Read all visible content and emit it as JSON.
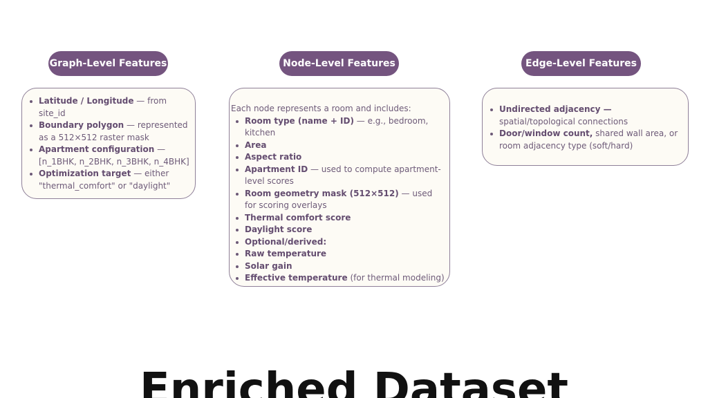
{
  "graph": {
    "title": "Graph-Level Features",
    "items": [
      {
        "bold": "Latitude / Longitude",
        "text": " — from site_id"
      },
      {
        "bold": "Boundary polygon",
        "text": " — represented as a 512×512 raster mask"
      },
      {
        "bold": "Apartment configuration",
        "text": " — [n_1BHK, n_2BHK, n_3BHK, n_4BHK]"
      },
      {
        "bold": "Optimization target",
        "text": " — either \"thermal_comfort\" or \"daylight\""
      }
    ]
  },
  "node": {
    "title": "Node-Level Features",
    "intro": "Each node represents a room and includes:",
    "items": [
      {
        "bold": "Room type (name + ID)",
        "text": " — e.g., bedroom, kitchen"
      },
      {
        "bold": "Area",
        "text": ""
      },
      {
        "bold": "Aspect ratio",
        "text": ""
      },
      {
        "bold": "Apartment ID",
        "text": " — used to compute apartment-level scores"
      },
      {
        "bold": "Room geometry mask (512×512)",
        "text": " — used for scoring overlays"
      },
      {
        "bold": "Thermal comfort score",
        "text": ""
      },
      {
        "bold": "Daylight score",
        "text": ""
      },
      {
        "bold": "Optional/derived:",
        "text": ""
      },
      {
        "bold": "Raw temperature",
        "text": ""
      },
      {
        "bold": "Solar gain",
        "text": ""
      },
      {
        "bold": "Effective temperature",
        "text": " (for thermal modeling)"
      }
    ]
  },
  "edge": {
    "title": "Edge-Level Features",
    "items": [
      {
        "bold": "Undirected adjacency —",
        "text": " spatial/topological connections"
      },
      {
        "bold": "Door/window count,",
        "text": " shared wall area, or room adjacency type (soft/hard)"
      }
    ]
  },
  "slide_title": "Enriched Dataset",
  "colors": {
    "pill": "#74547f",
    "box_bg": "#fdfbf5",
    "box_border": "#8e7f98",
    "text": "#6d5a78"
  }
}
